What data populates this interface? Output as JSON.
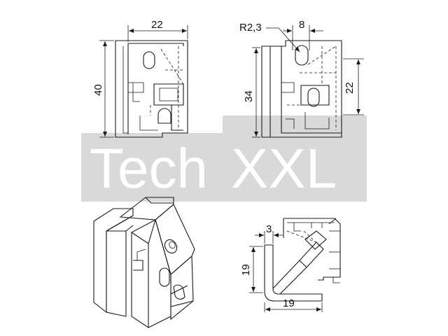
{
  "watermark": {
    "left_text": "Tech",
    "right_text": "XXL",
    "band_color": "#d9d9d9",
    "box_color": "#d9d9d9",
    "text_color": "#ffffff"
  },
  "front_view": {
    "width_label": "22",
    "height_label": "40"
  },
  "side_view": {
    "radius_label": "R2,3",
    "top_label": "8",
    "height_label": "34",
    "inner_label": "22"
  },
  "section_view": {
    "wall_label": "3",
    "height_label": "19",
    "width_label": "19"
  },
  "colors": {
    "line": "#1a1a1a",
    "iso_fill": "#ffffff"
  }
}
